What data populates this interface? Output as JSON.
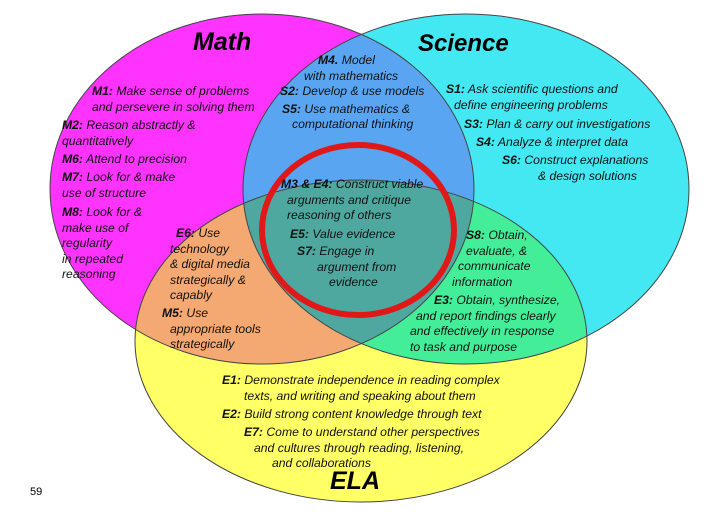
{
  "titles": {
    "math": "Math",
    "science": "Science",
    "ela": "ELA"
  },
  "colors": {
    "math": "#ff33ff",
    "science": "#44e8f2",
    "ela": "#ffff66",
    "math_science": "#5aa5f2",
    "math_ela": "#f4a872",
    "science_ela": "#44ee99",
    "center": "#4fa8a0",
    "highlight_ring": "#e01818"
  },
  "math": {
    "m1_code": "M1:",
    "m1_a": "Make sense of problems",
    "m1_b": "and persevere in solving them",
    "m2_code": "M2:",
    "m2_a": "Reason abstractly &",
    "m2_b": "quantitatively",
    "m6_code": "M6:",
    "m6_a": "Attend to precision",
    "m7_code": "M7:",
    "m7_a": "Look for & make",
    "m7_b": "use of structure",
    "m8_code": "M8:",
    "m8_a": "Look for &",
    "m8_b": "make use of",
    "m8_c": "regularity",
    "m8_d": "in repeated",
    "m8_e": "reasoning"
  },
  "math_science": {
    "m4_code": "M4.",
    "m4_a": "Model",
    "m4_b": "with mathematics",
    "s2_code": "S2:",
    "s2_a": "Develop & use models",
    "s5_code": "S5:",
    "s5_a": "Use mathematics &",
    "s5_b": "computational thinking"
  },
  "science": {
    "s1_code": "S1:",
    "s1_a": "Ask scientific questions and",
    "s1_b": "define engineering problems",
    "s3_code": "S3:",
    "s3_a": "Plan & carry out investigations",
    "s4_code": "S4:",
    "s4_a": "Analyze & interpret data",
    "s6_code": "S6:",
    "s6_a": "Construct explanations",
    "s6_b": "& design solutions"
  },
  "center": {
    "me_code": "M3 & E4:",
    "me_a": "Construct viable",
    "me_b": "arguments and critique",
    "me_c": "reasoning of others",
    "e5_code": "E5:",
    "e5_a": "Value evidence",
    "s7_code": "S7:",
    "s7_a": "Engage in",
    "s7_b": "argument from",
    "s7_c": "evidence"
  },
  "math_ela": {
    "e6_code": "E6:",
    "e6_a": "Use",
    "e6_b": "technology",
    "e6_c": "& digital media",
    "e6_d": "strategically &",
    "e6_e": "capably",
    "m5_code": "M5:",
    "m5_a": "Use",
    "m5_b": "appropriate tools",
    "m5_c": "strategically"
  },
  "science_ela": {
    "s8_code": "S8:",
    "s8_a": "Obtain,",
    "s8_b": "evaluate, &",
    "s8_c": "communicate",
    "s8_d": "information",
    "e3_code": "E3:",
    "e3_a": "Obtain, synthesize,",
    "e3_b": "and report findings clearly",
    "e3_c": "and effectively in response",
    "e3_d": "to task and purpose"
  },
  "ela": {
    "e1_code": "E1:",
    "e1_a": "Demonstrate independence in reading complex",
    "e1_b": "texts, and writing and speaking about them",
    "e2_code": "E2:",
    "e2_a": "Build strong content knowledge through text",
    "e7_code": "E7:",
    "e7_a": "Come to understand other perspectives",
    "e7_b": "and cultures through reading, listening,",
    "e7_c": "and collaborations"
  },
  "page_number": "59"
}
